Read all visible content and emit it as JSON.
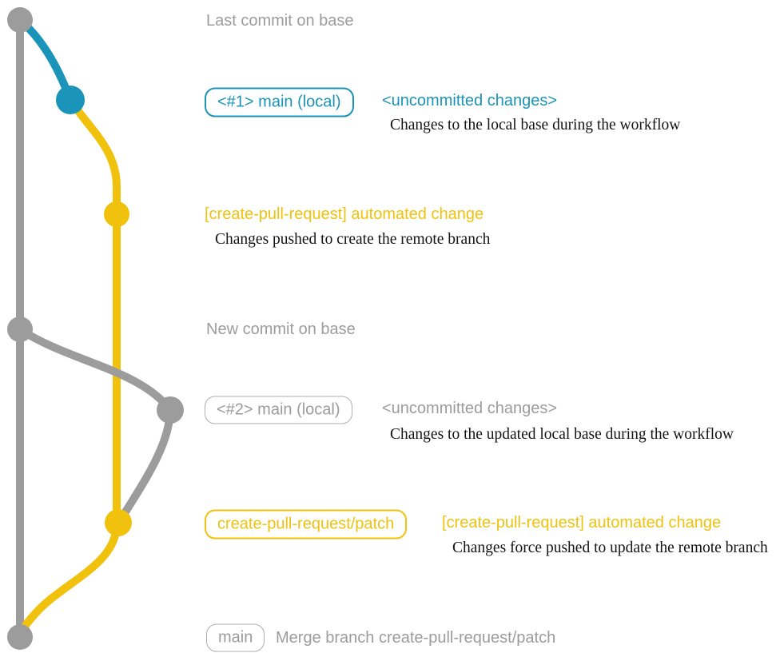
{
  "colors": {
    "gray": "#9C9C9C",
    "teal": "#1A94B8",
    "yellow": "#F0C20E",
    "description_text": "#141414"
  },
  "graph": {
    "base_branch": "base",
    "nodes": [
      {
        "id": 1,
        "color": "gray",
        "label": "Last commit on base"
      },
      {
        "id": 2,
        "color": "teal",
        "label": "<#1> main (local)"
      },
      {
        "id": 3,
        "color": "yellow",
        "label": "[create-pull-request] automated change"
      },
      {
        "id": 4,
        "color": "gray",
        "label": "New commit on base"
      },
      {
        "id": 5,
        "color": "gray",
        "label": "<#2> main (local)"
      },
      {
        "id": 6,
        "color": "yellow",
        "label": "create-pull-request/patch"
      },
      {
        "id": 7,
        "color": "gray",
        "label": "Merge branch create-pull-request/patch"
      }
    ]
  },
  "rows": {
    "last_commit": {
      "label": "Last commit on base"
    },
    "local_main_1": {
      "branch_label": "<#1> main (local)",
      "status": "<uncommitted changes>",
      "description": "Changes to the local base during the workflow"
    },
    "automated_change_1": {
      "message": "[create-pull-request] automated change",
      "description": "Changes pushed to create the remote branch"
    },
    "new_commit": {
      "label": "New commit on base"
    },
    "local_main_2": {
      "branch_label": "<#2> main (local)",
      "status": "<uncommitted changes>",
      "description": "Changes to the updated local base during the workflow"
    },
    "patch_branch": {
      "branch_label": "create-pull-request/patch",
      "message": "[create-pull-request] automated change",
      "description": "Changes force pushed to update the remote branch"
    },
    "merge": {
      "branch_label": "main",
      "message": "Merge branch create-pull-request/patch"
    }
  }
}
